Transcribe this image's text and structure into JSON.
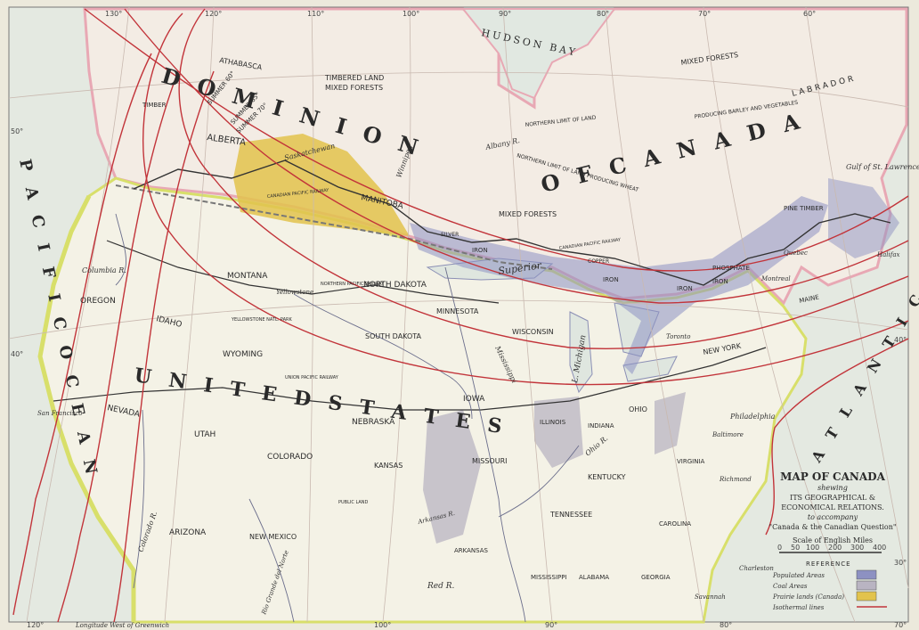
{
  "colors": {
    "land_us": "#f4f2e6",
    "land_canada": "#f3ece4",
    "water": "#e3e9e3",
    "border_pink": "#e8a8b4",
    "coast_yellow": "#d8df6a",
    "populated": "#8d91c2",
    "coal": "#b9b4c2",
    "prairie": "#e2c34c",
    "isothermal": "#c2343a"
  },
  "title_block": {
    "title": "MAP OF CANADA",
    "line1": "shewing",
    "line2": "ITS GEOGRAPHICAL &",
    "line3": "ECONOMICAL RELATIONS.",
    "line4": "to accompany",
    "line5": "\"Canada & the Canadian Question\"",
    "scale_title": "Scale of English Miles",
    "scale_ticks": [
      "0",
      "50",
      "100",
      "200",
      "300",
      "400"
    ]
  },
  "legend": {
    "title": "REFERENCE",
    "items": [
      {
        "label": "Populated Areas",
        "swatch": "populated"
      },
      {
        "label": "Coal Areas",
        "swatch": "coal"
      },
      {
        "label": "Prairie lands (Canada)",
        "swatch": "prairie"
      },
      {
        "label": "Isothermal lines",
        "swatch": "isothermal"
      }
    ]
  },
  "graticule": {
    "top": [
      "130°",
      "120°",
      "110°",
      "100°",
      "90°",
      "80°",
      "70°",
      "60°"
    ],
    "bottom": [
      "120°",
      "100°",
      "90°",
      "80°",
      "70°"
    ],
    "bottom_caption": "Longitude West of Greenwich",
    "left": [
      "50°",
      "40°"
    ],
    "right": [
      "40°",
      "30°"
    ]
  },
  "regions": {
    "dominion": "D O M I N I O N",
    "of_canada": "O F   C A N A D A",
    "united_states": "U N I T E D   S T A T E S",
    "pacific_ocean": "P A C I F I C   O C E A N",
    "atlantic_ocean": "A T L A N T I C   O C E A N",
    "hudson_bay": "HUDSON BAY"
  },
  "labels": {
    "timbered_land": "TIMBERED LAND",
    "mixed_forests_n": "MIXED FORESTS",
    "mixed_forests_ne": "MIXED FORESTS",
    "mixed_forests_mid": "MIXED FORESTS",
    "timber": "TIMBER",
    "pine_timber": "PINE TIMBER",
    "barley_limit": "PRODUCING BARLEY AND VEGETABLES",
    "wheat_limit": "NORTHERN LIMIT OF LAND PRODUCING WHEAT",
    "land_limit": "NORTHERN LIMIT OF LAND",
    "summer_60": "SUMMER 60°",
    "summer_65": "SUMMER 65°",
    "summer_70": "SUMMER 70°",
    "athabasca": "ATHABASCA",
    "alberta": "ALBERTA",
    "saskatchewan": "Saskatchewan",
    "manitoba": "MANITOBA",
    "winnipeg": "Winnipeg",
    "albany": "Albany R.",
    "cpr": "CANADIAN PACIFIC RAILWAY",
    "cpr2": "CANADIAN PACIFIC RAILWAY",
    "iron1": "IRON",
    "iron2": "IRON",
    "iron3": "IRON",
    "iron4": "IRON",
    "silver": "SILVER",
    "phosphate": "PHOSPHATE",
    "copper": "COPPER",
    "superior": "Superior",
    "l_michigan": "L. Michigan",
    "montreal": "Montreal",
    "quebec": "Quebec",
    "toronto": "Toronto",
    "halifax": "Halifax",
    "columbia_r": "Columbia R.",
    "oregon": "OREGON",
    "idaho": "IDAHO",
    "montana": "MONTANA",
    "north_dakota": "NORTH DAKOTA",
    "yellowstone": "Yellowstone",
    "minnesota": "MINNESOTA",
    "wisconsin": "WISCONSIN",
    "wyoming": "WYOMING",
    "south_dakota": "SOUTH DAKOTA",
    "nevada": "NEVADA",
    "utah": "UTAH",
    "colorado": "COLORADO",
    "nebraska": "NEBRASKA",
    "iowa": "IOWA",
    "kansas": "KANSAS",
    "missouri": "MISSOURI",
    "illinois": "ILLINOIS",
    "indiana": "INDIANA",
    "ohio": "OHIO",
    "kentucky": "KENTUCKY",
    "tennessee": "TENNESSEE",
    "arizona": "ARIZONA",
    "new_mexico": "NEW MEXICO",
    "arkansas": "ARKANSAS",
    "mississippi": "MISSISSIPPI",
    "alabama": "ALABAMA",
    "georgia": "GEORGIA",
    "carolina": "CAROLINA",
    "virginia": "VIRGINIA",
    "new_york": "NEW YORK",
    "philadelphia": "Philadelphia",
    "baltimore": "Baltimore",
    "richmond": "Richmond",
    "charleston": "Charleston",
    "savannah": "Savannah",
    "san_francisco": "San Francisco",
    "colorado_r": "Colorado R.",
    "rio_grande": "Rio Grande del Norte",
    "red_r": "Red R.",
    "arkansas_r": "Arkansas R.",
    "ohio_r": "Ohio R.",
    "mississippi_r": "Mississippi",
    "union_pacific": "UNION PACIFIC RAILWAY",
    "northern_pacific": "NORTHERN PACIFIC RAILWAY",
    "maine": "MAINE",
    "gulf_st_lawrence": "Gulf of St. Lawrence",
    "labrador": "LABRADOR",
    "public_land": "PUBLIC LAND",
    "yellowstone_park": "YELLOWSTONE NATL. PARK"
  }
}
